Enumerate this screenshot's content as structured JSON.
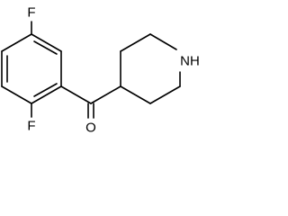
{
  "molecule": {
    "atoms": {
      "fluorine_top": "F",
      "fluorine_bottom": "F",
      "nitrogen_hydrogen": "NH",
      "oxygen": "O"
    }
  },
  "colors": {
    "bond": "#000000",
    "label": "#000000",
    "background": "#ffffff"
  }
}
